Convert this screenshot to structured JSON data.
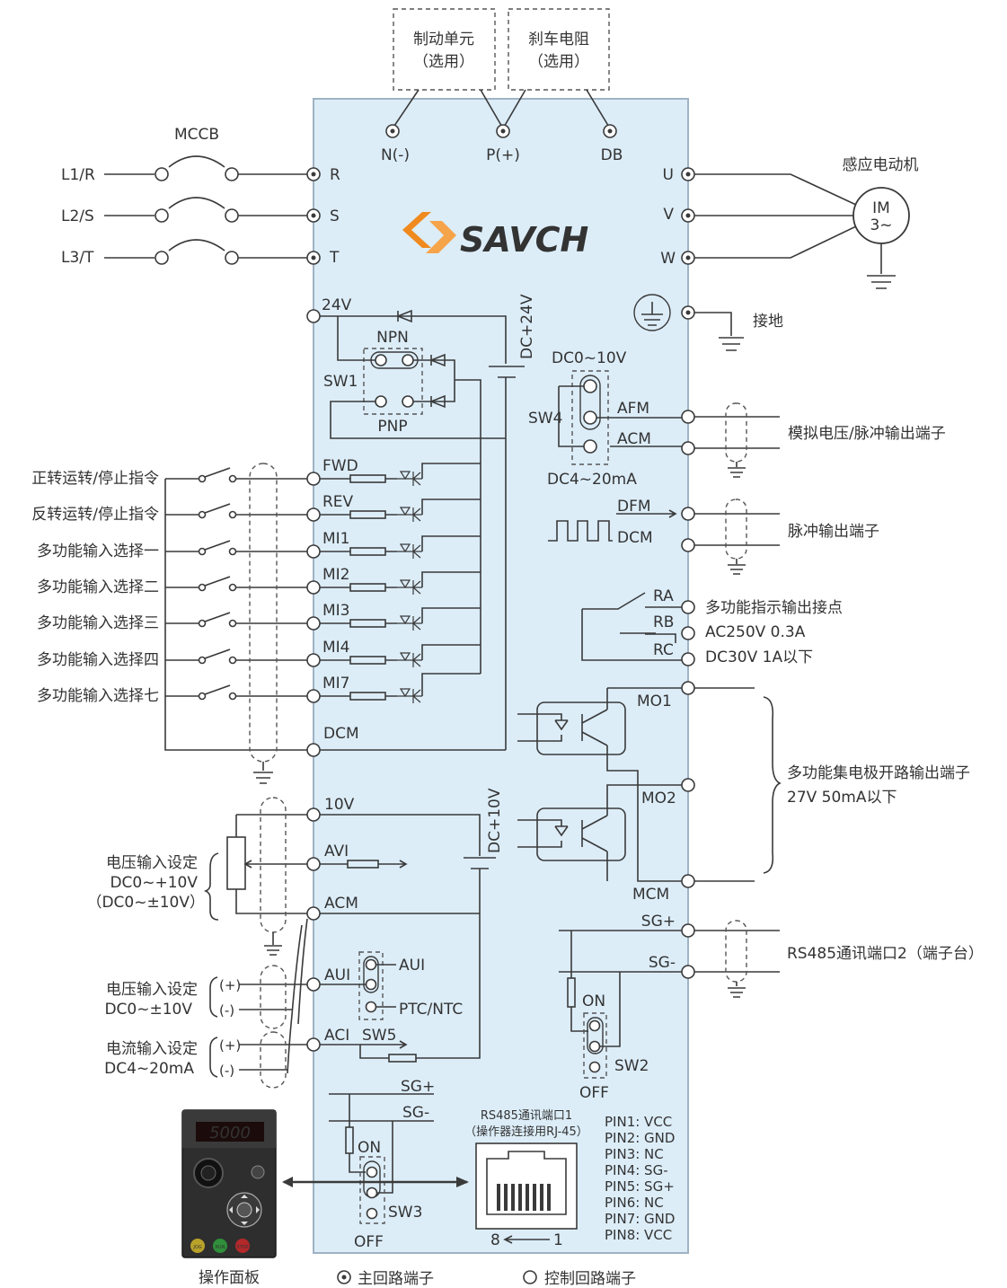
{
  "optional_units": {
    "brake_unit": "制动单元",
    "brake_resistor": "刹车电阻",
    "optional": "（选用）"
  },
  "main_terminals": {
    "n": "N(-)",
    "p": "P(+)",
    "db": "DB",
    "r": "R",
    "s": "S",
    "t": "T",
    "u": "U",
    "v": "V",
    "w": "W"
  },
  "supply": {
    "mccb": "MCCB",
    "l1": "L1/R",
    "l2": "L2/S",
    "l3": "L3/T"
  },
  "motor": {
    "title": "感应电动机",
    "im": "IM",
    "phase": "3~"
  },
  "ground_label": "接地",
  "brand": {
    "name": "SAVCH",
    "color_orange": "#f08a1e",
    "color_dark": "#2b2b2b"
  },
  "colors": {
    "panel": "#dcedf8",
    "panel_border": "#9fb3c4"
  },
  "power": {
    "v24": "24V",
    "dc24": "DC+24V",
    "npn": "NPN",
    "pnp": "PNP",
    "sw1": "SW1",
    "v10": "10V",
    "dc10": "DC+10V"
  },
  "analog_out": {
    "range_v": "DC0~10V",
    "sw4": "SW4",
    "range_i": "DC4~20mA",
    "afm": "AFM",
    "acm": "ACM",
    "desc": "模拟电压/脉冲输出端子"
  },
  "pulse_out": {
    "dfm": "DFM",
    "dcm": "DCM",
    "desc": "脉冲输出端子"
  },
  "relay": {
    "ra": "RA",
    "rb": "RB",
    "rc": "RC",
    "desc1": "多功能指示输出接点",
    "desc2": "AC250V  0.3A",
    "desc3": "DC30V  1A以下"
  },
  "inputs": [
    {
      "desc": "正转运转/停止指令",
      "terminal": "FWD"
    },
    {
      "desc": "反转运转/停止指令",
      "terminal": "REV"
    },
    {
      "desc": "多功能输入选择一",
      "terminal": "MI1"
    },
    {
      "desc": "多功能输入选择二",
      "terminal": "MI2"
    },
    {
      "desc": "多功能输入选择三",
      "terminal": "MI3"
    },
    {
      "desc": "多功能输入选择四",
      "terminal": "MI4"
    },
    {
      "desc": "多功能输入选择七",
      "terminal": "MI7"
    }
  ],
  "dcm": "DCM",
  "collector": {
    "mo1": "MO1",
    "mo2": "MO2",
    "mcm": "MCM",
    "desc1": "多功能集电极开路输出端子",
    "desc2": "27V 50mA以下"
  },
  "analog_in": {
    "avi": "AVI",
    "acm": "ACM",
    "aui": "AUI",
    "aui_opt": "AUI",
    "ptc": "PTC/NTC",
    "aci": "ACI",
    "sw5": "SW5",
    "v_set1": "电压输入设定",
    "v_range1": "DC0~+10V",
    "v_range1b": "（DC0~±10V）",
    "v_set2": "电压输入设定",
    "v_range2": "DC0~±10V",
    "i_set": "电流输入设定",
    "i_range": "DC4~20mA",
    "plus": "(+)",
    "minus": "(-)"
  },
  "rs485": {
    "sgp": "SG+",
    "sgm": "SG-",
    "desc": "RS485通讯端口2（端子台）",
    "on": "ON",
    "off": "OFF",
    "sw2": "SW2",
    "sw3": "SW3"
  },
  "rj45": {
    "title1": "RS485通讯端口1",
    "title2": "（操作器连接用RJ-45）",
    "pin_left": "8",
    "pin_right": "1",
    "pins": [
      "PIN1: VCC",
      "PIN2: GND",
      "PIN3: NC",
      "PIN4: SG-",
      "PIN5: SG+",
      "PIN6: NC",
      "PIN7: GND",
      "PIN8: VCC"
    ]
  },
  "keypad": {
    "display": "5000",
    "label": "操作面板",
    "keys": {
      "jog": "JOG",
      "run": "RUN",
      "stop": "STOP"
    }
  },
  "legend": {
    "main": "主回路端子",
    "control": "控制回路端子"
  }
}
